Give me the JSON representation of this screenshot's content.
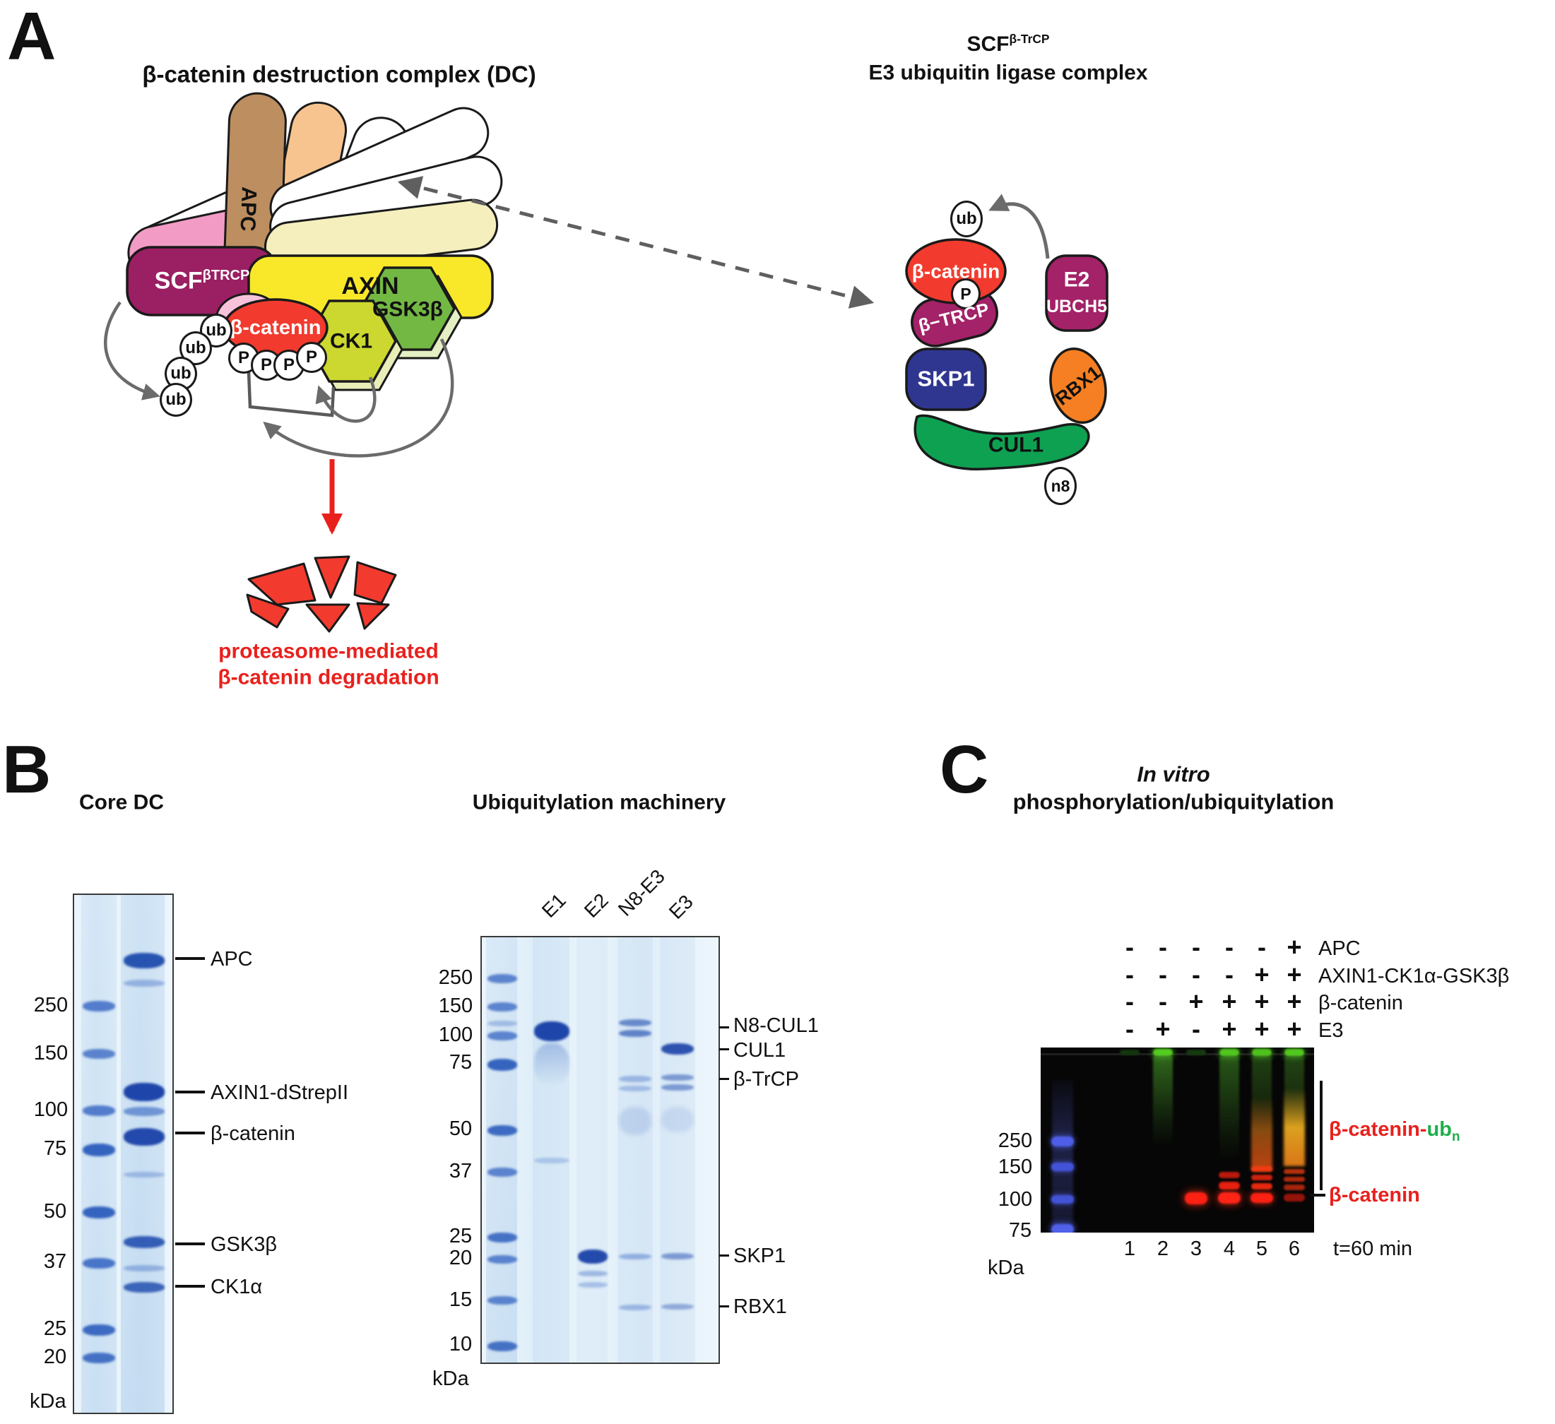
{
  "panel_a": {
    "label": "A",
    "dc": {
      "title": "β-catenin destruction complex (DC)",
      "apc": "APC",
      "scf": "SCF",
      "scf_sup": "βTRCP",
      "axin": "AXIN",
      "gsk3b": "GSK3β",
      "ck1": "CK1",
      "beta_catenin": "β-catenin",
      "ub": "ub",
      "p": "P",
      "degradation_line1": "proteasome-mediated",
      "degradation_line2": "β-catenin degradation"
    },
    "e3": {
      "title_scf": "SCF",
      "title_scf_sup": "β-TrCP",
      "title_line2": "E3 ubiquitin ligase complex",
      "ub": "ub",
      "p": "P",
      "beta_catenin": "β-catenin",
      "btrcp": "β−TRCP",
      "skp1": "SKP1",
      "e2_line1": "E2",
      "e2_line2": "UBCH5",
      "rbx1": "RBX1",
      "cul1": "CUL1",
      "n8": "n8"
    }
  },
  "panel_b": {
    "label": "B",
    "left_gel": {
      "title": "Core DC",
      "markers": [
        "250",
        "150",
        "100",
        "75",
        "50",
        "37",
        "25",
        "20"
      ],
      "unit": "kDa",
      "band_labels": [
        "APC",
        "AXIN1-dStrepII",
        "β-catenin",
        "GSK3β",
        "CK1α"
      ]
    },
    "right_gel": {
      "title": "Ubiquitylation machinery",
      "lanes": [
        "E1",
        "E2",
        "N8-E3",
        "E3"
      ],
      "markers": [
        "250",
        "150",
        "100",
        "75",
        "50",
        "37",
        "25",
        "20",
        "15",
        "10"
      ],
      "unit": "kDa",
      "band_labels": [
        "N8-CUL1",
        "CUL1",
        "β-TrCP",
        "SKP1",
        "RBX1"
      ]
    }
  },
  "panel_c": {
    "label": "C",
    "title_line1": "In vitro",
    "title_line2": "phosphorylation/ubiquitylation",
    "conditions": [
      {
        "label": "APC",
        "values": [
          "-",
          "-",
          "-",
          "-",
          "-",
          "+"
        ]
      },
      {
        "label": "AXIN1-CK1α-GSK3β",
        "values": [
          "-",
          "-",
          "-",
          "-",
          "+",
          "+"
        ]
      },
      {
        "label": "β-catenin",
        "values": [
          "-",
          "-",
          "+",
          "+",
          "+",
          "+"
        ]
      },
      {
        "label": "E3",
        "values": [
          "-",
          "+",
          "-",
          "+",
          "+",
          "+"
        ]
      }
    ],
    "markers": [
      "250",
      "150",
      "100",
      "75"
    ],
    "unit": "kDa",
    "lane_numbers": [
      "1",
      "2",
      "3",
      "4",
      "5",
      "6"
    ],
    "time_label": "t=60 min",
    "label_ubn_red": "β-catenin-",
    "label_ubn_green": "ub",
    "label_ubn_sub": "n",
    "label_bcat": "β-catenin"
  },
  "colors": {
    "accent_red": "#e8211d",
    "scf_magenta": "#9b1f63",
    "btrcp_magenta": "#a32268",
    "apc_brown": "#bd8e60",
    "axin_yellow": "#f8e829",
    "gsk3b_green": "#74b844",
    "ck1_yellow_green": "#ccd82f",
    "beta_catenin_red": "#f23b2e",
    "skp1_blue": "#2f3690",
    "rbx1_orange": "#f57f22",
    "cul1_green": "#0ea152",
    "coomassie_band_blue": "#2f6fc1",
    "fluor_green": "#4ec81e",
    "fluor_red": "#ff2014",
    "fluor_orange": "#ffa020",
    "ladder_blue": "#4a5ae0"
  }
}
